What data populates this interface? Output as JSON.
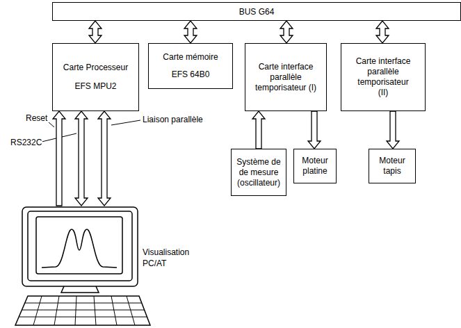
{
  "diagram": {
    "nodes": [
      {
        "text": [
          "BUS G64"
        ]
      },
      {
        "text": [
          "Carte Processeur",
          "EFS MPU2"
        ]
      },
      {
        "text": [
          "Carte mémoire",
          "EFS 64B0"
        ]
      },
      {
        "text": [
          "Carte interface parallèle temporisateur (I)"
        ]
      },
      {
        "text": [
          "Carte interface parallèle temporisateur (II)"
        ]
      },
      {
        "text": [
          "Système de de mesure (oscillateur)"
        ]
      },
      {
        "text": [
          "Moteur platine"
        ]
      },
      {
        "text": [
          "Moteur tapis"
        ]
      },
      {
        "text": [
          "Visualisation PC/AT"
        ]
      }
    ],
    "edges": [
      {
        "from": 0,
        "to": 1,
        "arrow": "both"
      },
      {
        "from": 0,
        "to": 2,
        "arrow": "both"
      },
      {
        "from": 0,
        "to": 3,
        "arrow": "both"
      },
      {
        "from": 0,
        "to": 4,
        "arrow": "both"
      },
      {
        "from": 5,
        "to": 3,
        "arrow": "to"
      },
      {
        "from": 3,
        "to": 6,
        "arrow": "to"
      },
      {
        "from": 4,
        "to": 7,
        "arrow": "to"
      },
      {
        "from": 8,
        "to": 1,
        "label": "Reset",
        "arrow": "to"
      },
      {
        "from": 1,
        "to": 8,
        "label": "RS232C",
        "arrow": "both"
      },
      {
        "from": 1,
        "to": 8,
        "label": "Liaison parallèle",
        "arrow": "both"
      }
    ]
  }
}
